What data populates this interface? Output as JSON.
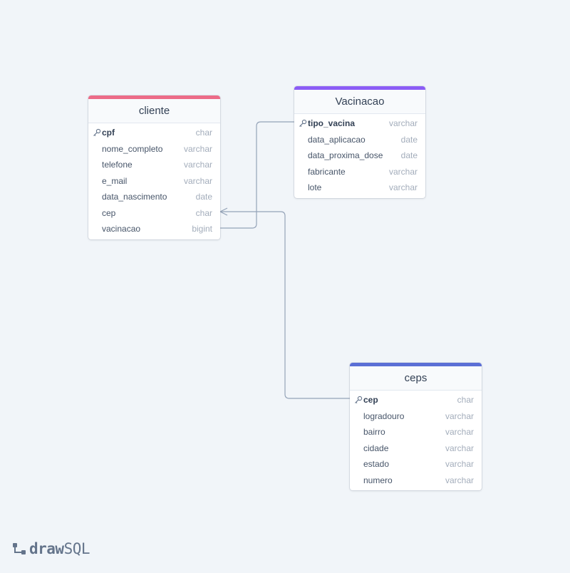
{
  "colors": {
    "background": "#f1f5f9",
    "cliente_accent": "#ec6b88",
    "vacinacao_accent": "#8b5cf6",
    "ceps_accent": "#5b6fd6",
    "connector": "#94a3b8"
  },
  "tables": {
    "cliente": {
      "title": "cliente",
      "rows": [
        {
          "name": "cpf",
          "type": "char"
        },
        {
          "name": "nome_completo",
          "type": "varchar"
        },
        {
          "name": "telefone",
          "type": "varchar"
        },
        {
          "name": "e_mail",
          "type": "varchar"
        },
        {
          "name": "data_nascimento",
          "type": "date"
        },
        {
          "name": "cep",
          "type": "char"
        },
        {
          "name": "vacinacao",
          "type": "bigint"
        }
      ]
    },
    "vacinacao": {
      "title": "Vacinacao",
      "rows": [
        {
          "name": "tipo_vacina",
          "type": "varchar"
        },
        {
          "name": "data_aplicacao",
          "type": "date"
        },
        {
          "name": "data_proxima_dose",
          "type": "date"
        },
        {
          "name": "fabricante",
          "type": "varchar"
        },
        {
          "name": "lote",
          "type": "varchar"
        }
      ]
    },
    "ceps": {
      "title": "ceps",
      "rows": [
        {
          "name": "cep",
          "type": "char"
        },
        {
          "name": "logradouro",
          "type": "varchar"
        },
        {
          "name": "bairro",
          "type": "varchar"
        },
        {
          "name": "cidade",
          "type": "varchar"
        },
        {
          "name": "estado",
          "type": "varchar"
        },
        {
          "name": "numero",
          "type": "varchar"
        }
      ]
    }
  },
  "relationships": [
    {
      "from": "cliente.vacinacao",
      "to": "Vacinacao.tipo_vacina"
    },
    {
      "from": "cliente.cep",
      "to": "ceps.cep"
    }
  ],
  "logo": {
    "part1": "draw",
    "part2": "SQL"
  }
}
